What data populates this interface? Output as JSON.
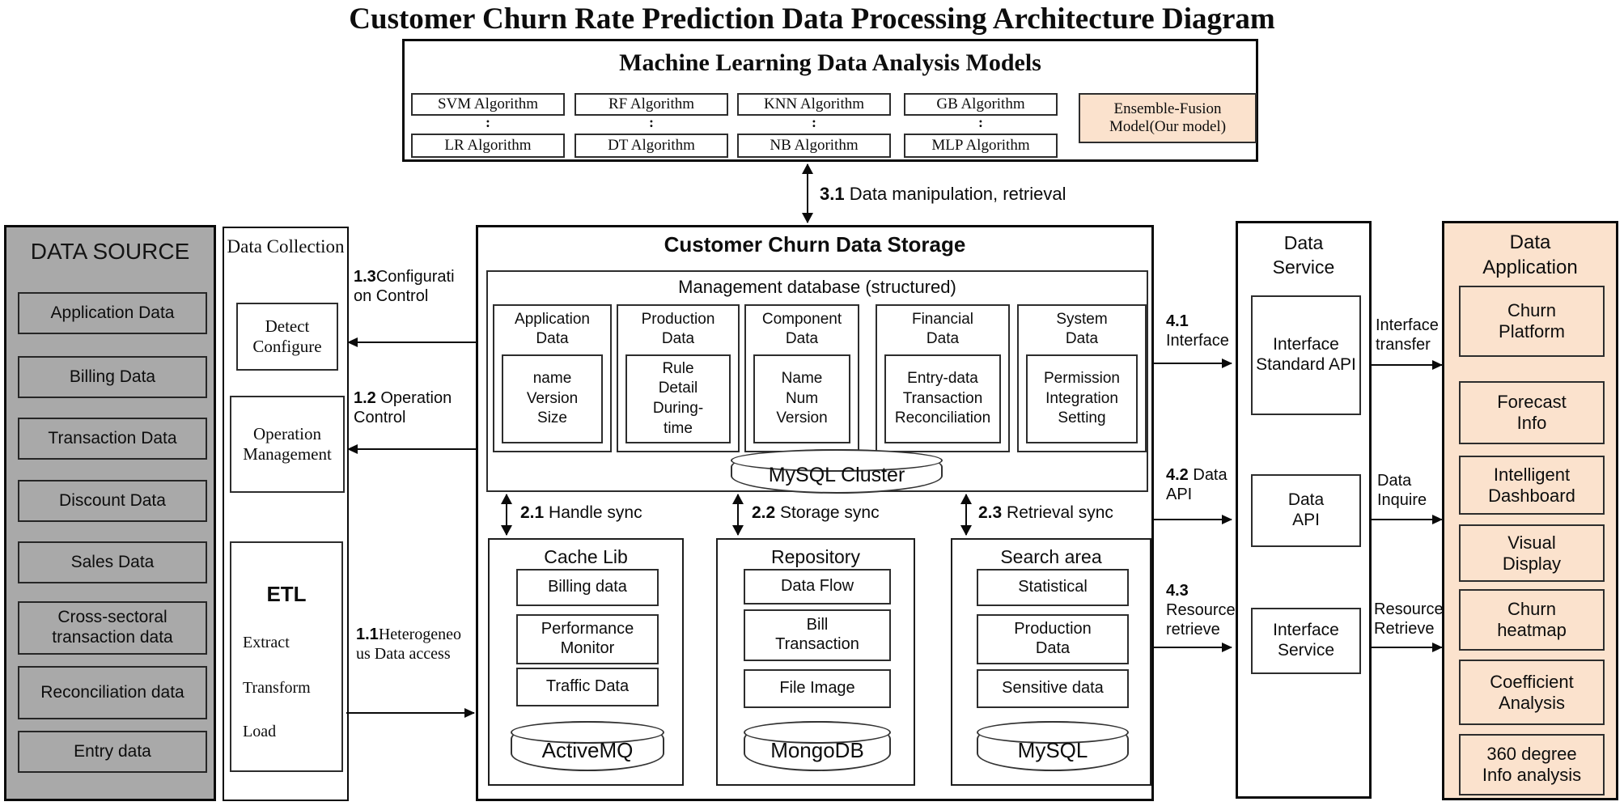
{
  "colors": {
    "peach": "#fbe2cd",
    "blue": "#dce7f3",
    "gray": "#a9a9a9"
  },
  "title": "Customer Churn Rate Prediction Data Processing Architecture Diagram",
  "ml_models": {
    "title": "Machine Learning Data Analysis Models",
    "row1": [
      "SVM Algorithm",
      "RF Algorithm",
      "KNN Algorithm",
      "GB Algorithm"
    ],
    "row2": [
      "LR Algorithm",
      "DT Algorithm",
      "NB Algorithm",
      "MLP Algorithm"
    ],
    "colon": ":",
    "ensemble": "Ensemble-Fusion Model(Our model)"
  },
  "flows": {
    "f31": {
      "num": "3.1",
      "text": " Data manipulation, retrieval"
    },
    "f13": {
      "num": "1.3",
      "text": "Configuration Control"
    },
    "f12": {
      "num": "1.2",
      "text": " Operation Control"
    },
    "f11": {
      "num": "1.1",
      "text": "Heterogeneous Data access"
    },
    "f21": {
      "num": "2.1",
      "text": " Handle sync"
    },
    "f22": {
      "num": "2.2",
      "text": " Storage sync"
    },
    "f23": {
      "num": "2.3",
      "text": " Retrieval sync"
    },
    "f41": {
      "num": "4.1",
      "text": " Interface"
    },
    "f42": {
      "num": "4.2",
      "text": " Data API"
    },
    "f43": {
      "num": "4.3",
      "text": " Resource retrieve"
    },
    "t1": "Interface transfer",
    "t2": "Data Inquire",
    "t3": "Resource Retrieve"
  },
  "data_source": {
    "title": "DATA SOURCE",
    "items": [
      "Application Data",
      "Billing Data",
      "Transaction Data",
      "Discount Data",
      "Sales Data",
      "Cross-sectoral transaction data",
      "Reconciliation data",
      "Entry data"
    ]
  },
  "data_collection": {
    "title": "Data Collection",
    "detect": "Detect Configure",
    "operation": "Operation Management",
    "etl_title": "ETL",
    "etl_steps": [
      "Extract",
      "Transform",
      "Load"
    ]
  },
  "storage": {
    "title": "Customer Churn Data Storage",
    "management": {
      "title": "Management database (structured)",
      "columns": [
        {
          "title": "Application\nData",
          "content": "name\nVersion\nSize"
        },
        {
          "title": "Production\nData",
          "content": "Rule\nDetail\nDuring-\ntime"
        },
        {
          "title": "Component\nData",
          "content": "Name\nNum\nVersion"
        },
        {
          "title": "Financial\nData",
          "content": "Entry-data\nTransaction\nReconciliation"
        },
        {
          "title": "System\nData",
          "content": "Permission\nIntegration\nSetting"
        }
      ],
      "cluster": "MySQL Cluster"
    },
    "cache": {
      "title": "Cache Lib",
      "items": [
        "Billing data",
        "Performance Monitor",
        "Traffic Data"
      ],
      "db": "ActiveMQ"
    },
    "repository": {
      "title": "Repository",
      "items": [
        "Data Flow",
        "Bill\nTransaction",
        "File Image"
      ],
      "db": "MongoDB"
    },
    "search": {
      "title": "Search area",
      "items": [
        "Statistical",
        "Production\nData",
        "Sensitive data"
      ],
      "db": "MySQL"
    }
  },
  "data_service": {
    "title": "Data\nService",
    "items": [
      "Interface Standard API",
      "Data\nAPI",
      "Interface Service"
    ]
  },
  "data_application": {
    "title": "Data\nApplication",
    "items": [
      "Churn\nPlatform",
      "Forecast\nInfo",
      "Intelligent\nDashboard",
      "Visual\nDisplay",
      "Churn\nheatmap",
      "Coefficient\nAnalysis",
      "360 degree\nInfo analysis"
    ]
  }
}
